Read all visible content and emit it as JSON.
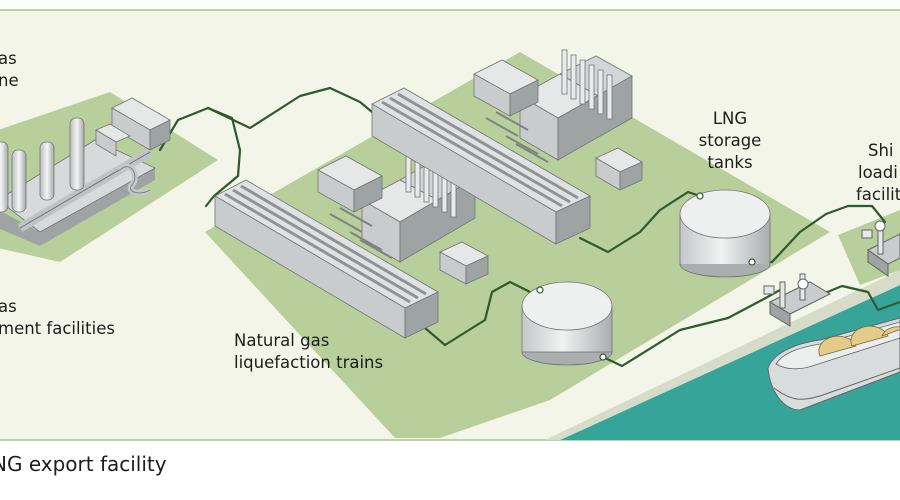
{
  "colors": {
    "background_field": "#f2f5e8",
    "frame_border": "#a7c58a",
    "pad_green": "#b9cf9b",
    "pipe_green": "#2e5a2e",
    "water": "#37a49a",
    "building_light": "#e6e8e8",
    "building_mid": "#c9cccc",
    "building_dark": "#9ea3a3",
    "dome_cream": "#e3cc8a"
  },
  "labels": {
    "pipeline_l1": "as",
    "pipeline_l2": "ne",
    "treatment_l1": "as",
    "treatment_l2": "ment facilities",
    "liquefaction_l1": "Natural gas",
    "liquefaction_l2": "liquefaction trains",
    "storage_l1": "LNG",
    "storage_l2": "storage",
    "storage_l3": "tanks",
    "loading_l1": "Shi",
    "loading_l2": "loadi",
    "loading_l3": "faciliti"
  },
  "caption": "NG export facility"
}
